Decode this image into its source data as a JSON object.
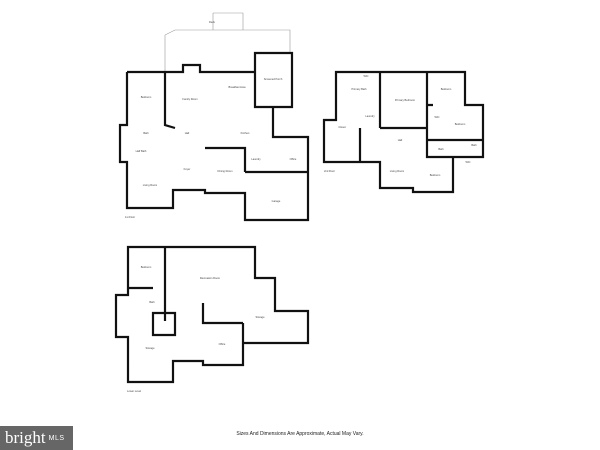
{
  "floors": [
    {
      "label": "1st Floor",
      "rooms": [
        "Deck",
        "Bedroom",
        "Family Room",
        "Breakfast Area",
        "Screened Porch",
        "Kitchen",
        "Bath",
        "Half Bath",
        "Hall",
        "Foyer",
        "Dining Room",
        "Living Room",
        "Laundry",
        "Office",
        "Garage"
      ]
    },
    {
      "label": "2nd Floor",
      "rooms": [
        "Primary Bath",
        "WIC",
        "Primary Bedroom",
        "Closet",
        "Bedroom",
        "WIC",
        "Laundry",
        "Hall",
        "Bath",
        "Bedroom",
        "Living Room",
        "Bath",
        "WIC",
        "Bedroom"
      ]
    },
    {
      "label": "Lower Level",
      "rooms": [
        "Bedroom",
        "Recreation Room",
        "Bath",
        "Storage",
        "Storage",
        "Office"
      ]
    }
  ],
  "disclaimer": "Sizes And Dimensions Are Approximate, Actual May Vary.",
  "logo": {
    "brand": "bright",
    "suffix": "MLS",
    "color": "#666666",
    "accent": "#e0662b"
  }
}
